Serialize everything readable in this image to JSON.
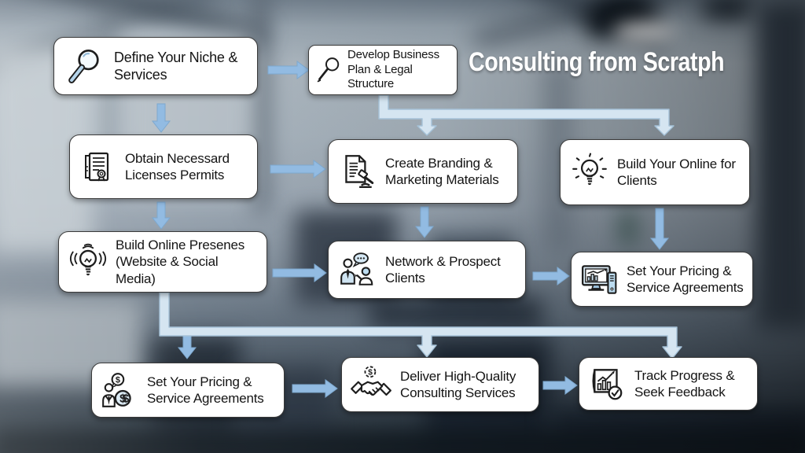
{
  "title": "Consulting from Scratph",
  "flow": {
    "boxes": [
      {
        "id": "define-niche",
        "label": "Define Your Niche & Services",
        "icon": "search-icon"
      },
      {
        "id": "develop-plan",
        "label": "Develop Business Plan & Legal Structure",
        "icon": "search-outline-icon"
      },
      {
        "id": "obtain-licenses",
        "label": "Obtain Necessard Licenses Permits",
        "icon": "license-certificate-icon"
      },
      {
        "id": "create-branding",
        "label": "Create Branding & Marketing Materials",
        "icon": "document-gavel-icon"
      },
      {
        "id": "build-online",
        "label": "Build Your Online for Clients",
        "icon": "lightbulb-icon"
      },
      {
        "id": "online-presence",
        "label": "Build Online Presenes (Website & Social Media)",
        "icon": "lightbulb-broadcast-icon"
      },
      {
        "id": "network-prospect",
        "label": "Network & Prospect Clients",
        "icon": "networking-people-icon"
      },
      {
        "id": "pricing-computer",
        "label": "Set Your Pricing & Service Agreements",
        "icon": "computer-chart-icon"
      },
      {
        "id": "pricing-person",
        "label": "Set Your Pricing & Service Agreements",
        "icon": "person-pricing-icon"
      },
      {
        "id": "deliver-services",
        "label": "Deliver High-Quality Consulting Services",
        "icon": "handshake-icon"
      },
      {
        "id": "track-progress",
        "label": "Track Progress & Seek Feedback",
        "icon": "progress-chart-icon"
      }
    ]
  },
  "colors": {
    "arrow_solid": "#92bbe2",
    "arrow_pale": "#d5e5f1",
    "box_background": "#ffffff",
    "box_border": "#3a3a3a",
    "title_text": "#ffffff",
    "icon_accent": "#bcdcf0"
  }
}
